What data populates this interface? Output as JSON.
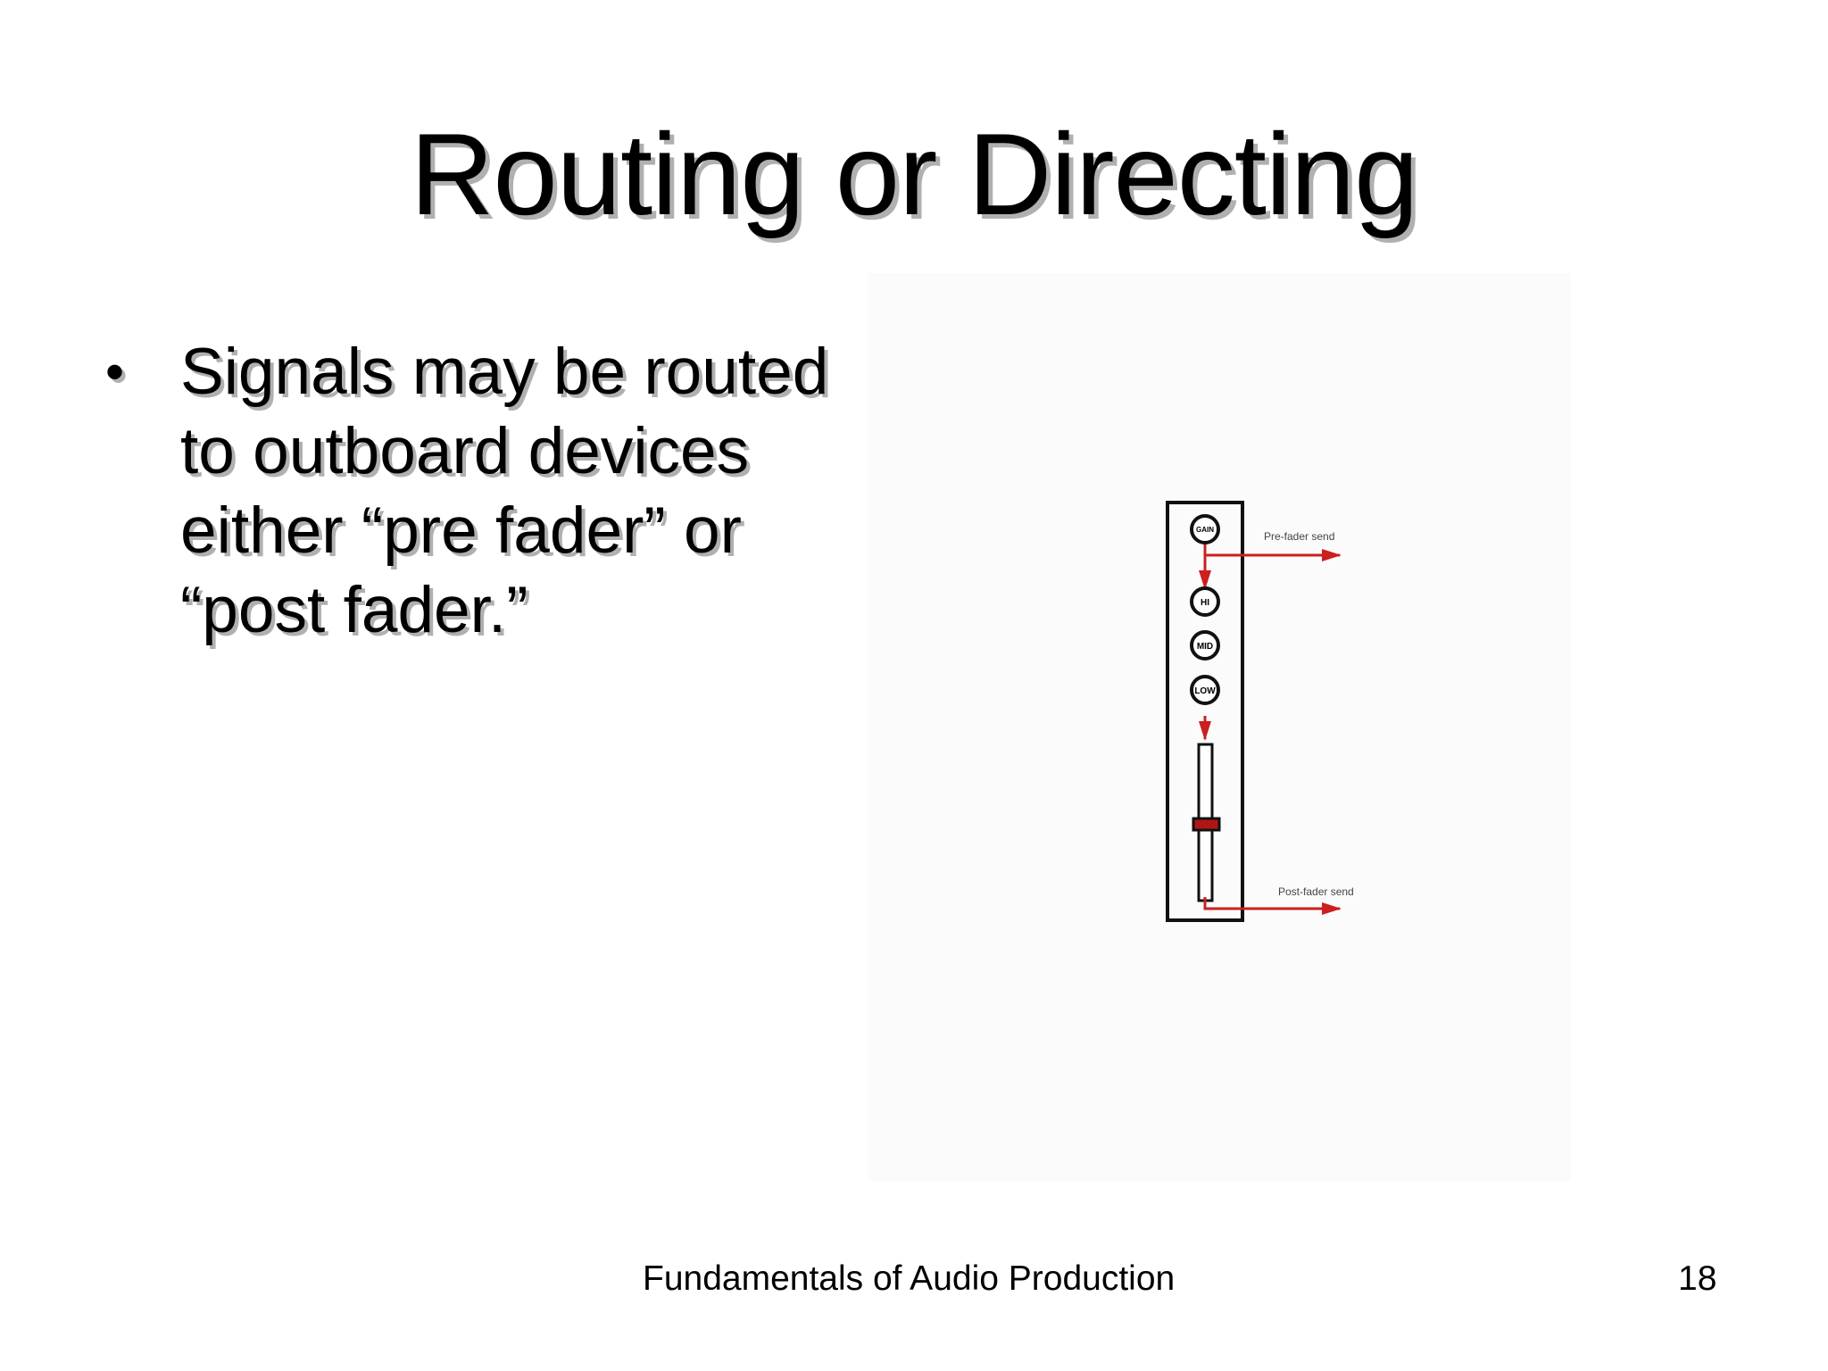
{
  "slide": {
    "title": "Routing or Directing",
    "bullets": [
      "Signals may be routed to outboard devices either “pre fader” or “post fader.”"
    ],
    "footer": "Fundamentals of Audio Production",
    "page_number": "18"
  },
  "diagram": {
    "knobs": [
      "GAIN",
      "HI",
      "MID",
      "LOW"
    ],
    "pre_fader_label": "Pre-fader send",
    "post_fader_label": "Post-fader send",
    "signal_color": "#cc1f1f",
    "fader_knob_color": "#b01515"
  }
}
